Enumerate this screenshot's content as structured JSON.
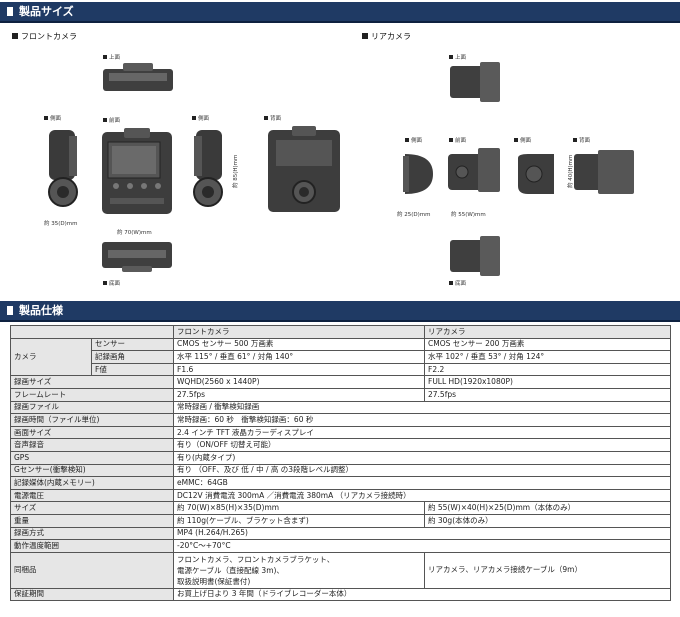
{
  "sections": {
    "size_title": "製品サイズ",
    "spec_title": "製品仕様"
  },
  "front": {
    "title": "フロントカメラ",
    "top_label": "上面",
    "side_label": "側面",
    "front_label": "前面",
    "side2_label": "側面",
    "back_label": "背面",
    "bottom_label": "底面",
    "dim_depth": "約 35(D)mm",
    "dim_width": "約 70(W)mm",
    "dim_height": "約 85(H)mm"
  },
  "rear": {
    "title": "リアカメラ",
    "top_label": "上面",
    "side_label": "側面",
    "front_label": "前面",
    "side2_label": "側面",
    "back_label": "背面",
    "bottom_label": "底面",
    "dim_depth": "約 25(D)mm",
    "dim_width": "約 55(W)mm",
    "dim_height": "約 40(H)mm"
  },
  "spec": {
    "head_front": "フロントカメラ",
    "head_rear": "リアカメラ",
    "camera": "カメラ",
    "sensor": "センサー",
    "sensor_front": "CMOS センサー 500 万画素",
    "sensor_rear": "CMOS センサー 200 万画素",
    "angle": "記録画角",
    "angle_front": "水平 115° / 垂直 61° / 対角 140°",
    "angle_rear": "水平 102° / 垂直 53° / 対角 124°",
    "fnum": "F値",
    "fnum_front": "F1.6",
    "fnum_rear": "F2.2",
    "recsize": "録画サイズ",
    "recsize_front": "WQHD(2560 x 1440P)",
    "recsize_rear": "FULL HD(1920x1080P)",
    "framerate": "フレームレート",
    "framerate_front": "27.5fps",
    "framerate_rear": "27.5fps",
    "recfile": "録画ファイル",
    "recfile_val": "常時録画 / 衝撃検知録画",
    "rectime": "録画時間（ファイル単位)",
    "rectime_val": "常時録画：60 秒　衝撃検知録画：60 秒",
    "screen": "画面サイズ",
    "screen_val": "2.4 インチ TFT 液晶カラーディスプレイ",
    "audio": "音声録音",
    "audio_val": "有り（ON/OFF 切替え可能）",
    "gps": "GPS",
    "gps_val": "有り(内蔵タイプ)",
    "gsensor": "Gセンサー(衝撃検知)",
    "gsensor_val": "有り （OFF、及び 低 / 中 / 高 の3段階レベル調整）",
    "media": "記録媒体(内蔵メモリー)",
    "media_val": "eMMC：64GB",
    "power": "電源電圧",
    "power_val": "DC12V  消費電流 300mA ／消費電流 380mA （リアカメラ接続時）",
    "size": "サイズ",
    "size_front": "約 70(W)×85(H)×35(D)mm",
    "size_rear": "約 55(W)×40(H)×25(D)mm（本体のみ）",
    "weight": "重量",
    "weight_front": "約 110g(ケーブル、ブラケット含まず)",
    "weight_rear": "約 30g(本体のみ）",
    "recmode": "録画方式",
    "recmode_val": "MP4 (H.264/H.265)",
    "temp": "動作温度範囲",
    "temp_val": "-20°C～+70°C",
    "acc": "同梱品",
    "acc_front": "フロントカメラ、フロントカメラブラケット、\n電源ケーブル（直接配線 3m)、\n取扱説明書(保証書付)",
    "acc_rear": "リアカメラ、リアカメラ接続ケーブル（9m）",
    "warranty": "保証期間",
    "warranty_val": "お買上げ日より 3 年間（ドライブレコーダー本体）"
  }
}
